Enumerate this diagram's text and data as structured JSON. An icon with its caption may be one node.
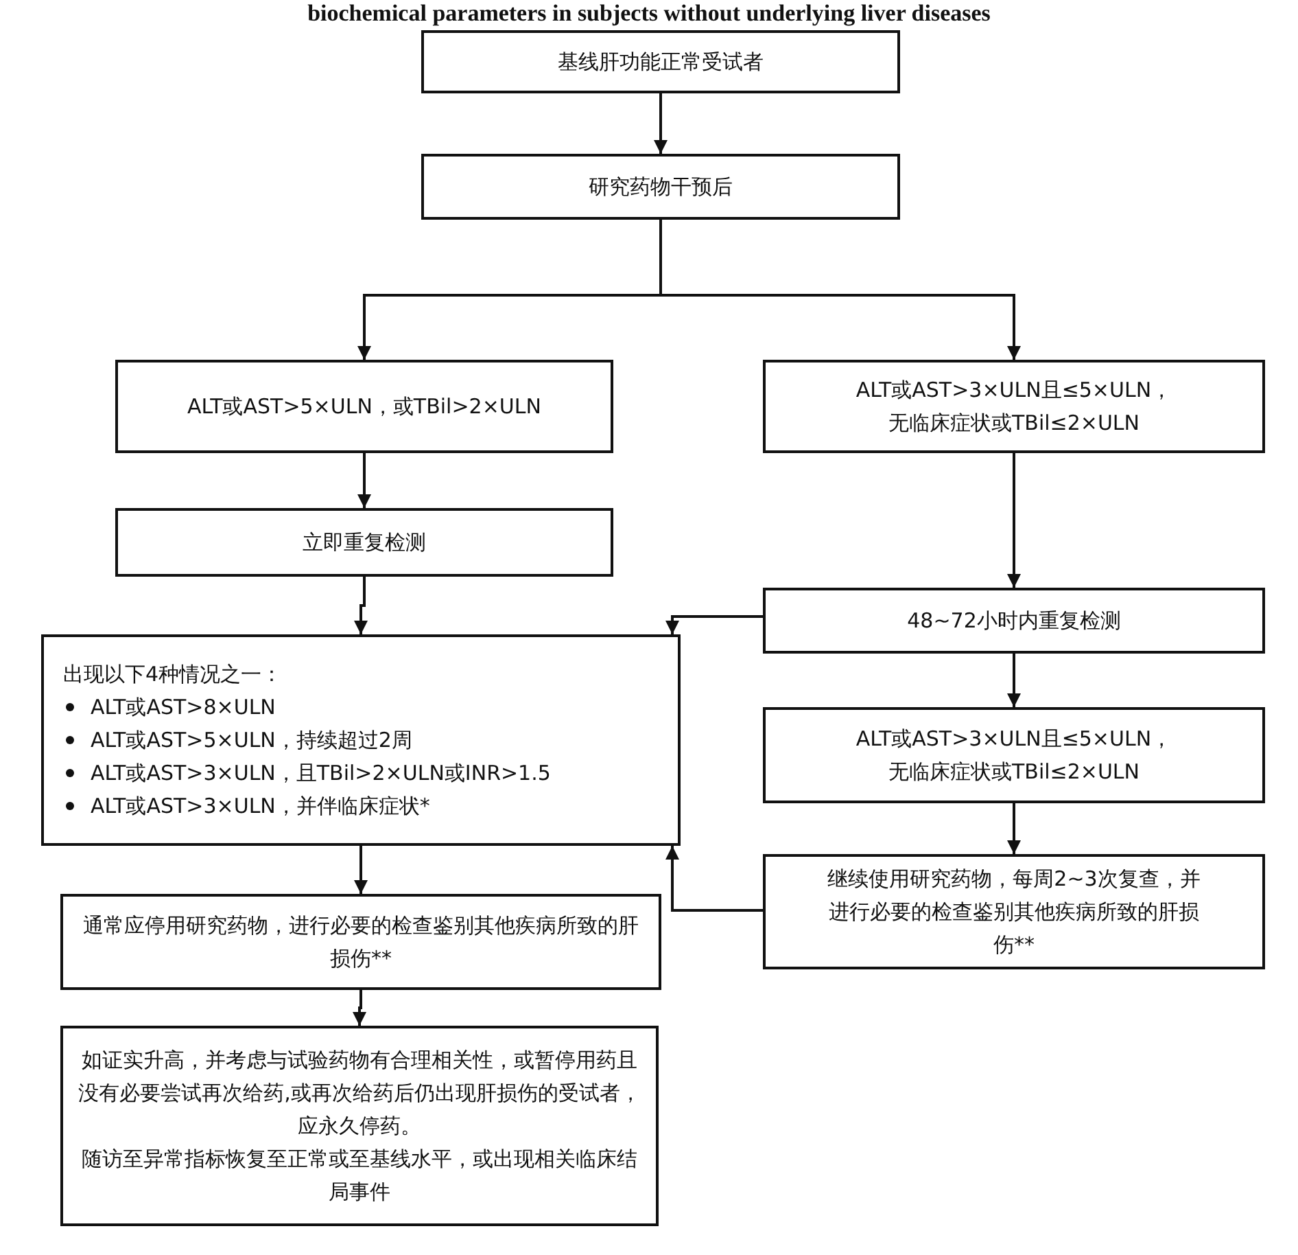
{
  "diagram": {
    "title": "biochemical parameters in subjects without underlying liver diseases",
    "nodes": [
      {
        "text": [
          "基线肝功能正常受试者"
        ]
      },
      {
        "text": [
          "研究药物干预后"
        ]
      },
      {
        "text": [
          "ALT或AST>5×ULN，或TBil>2×ULN"
        ]
      },
      {
        "text": [
          "ALT或AST>3×ULN且≤5×ULN，无临床症状或TBil≤2×ULN"
        ]
      },
      {
        "text": [
          "立即重复检测"
        ]
      },
      {
        "text": [
          "48~72小时内重复检测"
        ]
      },
      {
        "text": [
          "出现以下4种情况之一：",
          "ALT或AST>8×ULN",
          "ALT或AST>5×ULN，持续超过2周",
          "ALT或AST>3×ULN，且TBil>2×ULN或INR>1.5",
          "ALT或AST>3×ULN，并伴临床症状*"
        ]
      },
      {
        "text": [
          "ALT或AST>3×ULN且≤5×ULN，无临床症状或TBil≤2×ULN"
        ]
      },
      {
        "text": [
          "继续使用研究药物，每周2~3次复查，并进行必要的检查鉴别其他疾病所致的肝损伤**"
        ]
      },
      {
        "text": [
          "通常应停用研究药物，进行必要的检查鉴别其他疾病所致的肝损伤**"
        ]
      },
      {
        "text": [
          "如证实升高，并考虑与试验药物有合理相关性，或暂停用药且没有必要尝试再次给药,或再次给药后仍出现肝损伤的受试者，应永久停药。",
          "随访至异常指标恢复至正常或至基线水平，或出现相关临床结局事件"
        ]
      }
    ],
    "edges": [
      {
        "from": 0,
        "to": 1,
        "arrow": "to"
      },
      {
        "from": 1,
        "to": 2,
        "arrow": "to"
      },
      {
        "from": 1,
        "to": 3,
        "arrow": "to"
      },
      {
        "from": 2,
        "to": 4,
        "arrow": "to"
      },
      {
        "from": 3,
        "to": 5,
        "arrow": "to"
      },
      {
        "from": 4,
        "to": 6,
        "arrow": "to"
      },
      {
        "from": 5,
        "to": 6,
        "arrow": "to"
      },
      {
        "from": 5,
        "to": 7,
        "arrow": "to"
      },
      {
        "from": 7,
        "to": 8,
        "arrow": "to"
      },
      {
        "from": 8,
        "to": 6,
        "arrow": "to"
      },
      {
        "from": 6,
        "to": 9,
        "arrow": "to"
      },
      {
        "from": 9,
        "to": 10,
        "arrow": "to"
      }
    ]
  }
}
